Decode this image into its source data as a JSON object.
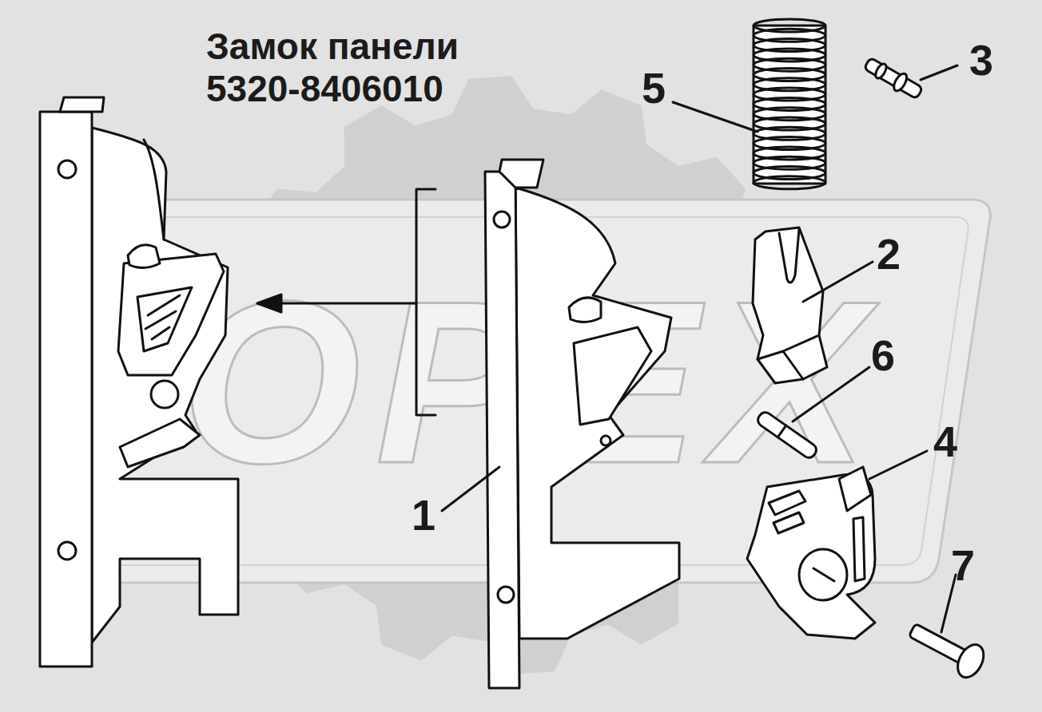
{
  "diagram": {
    "title": "Замок панели 5320-8406010",
    "labels": [
      "1",
      "2",
      "3",
      "4",
      "5",
      "6",
      "7",
      "OPEX"
    ]
  }
}
